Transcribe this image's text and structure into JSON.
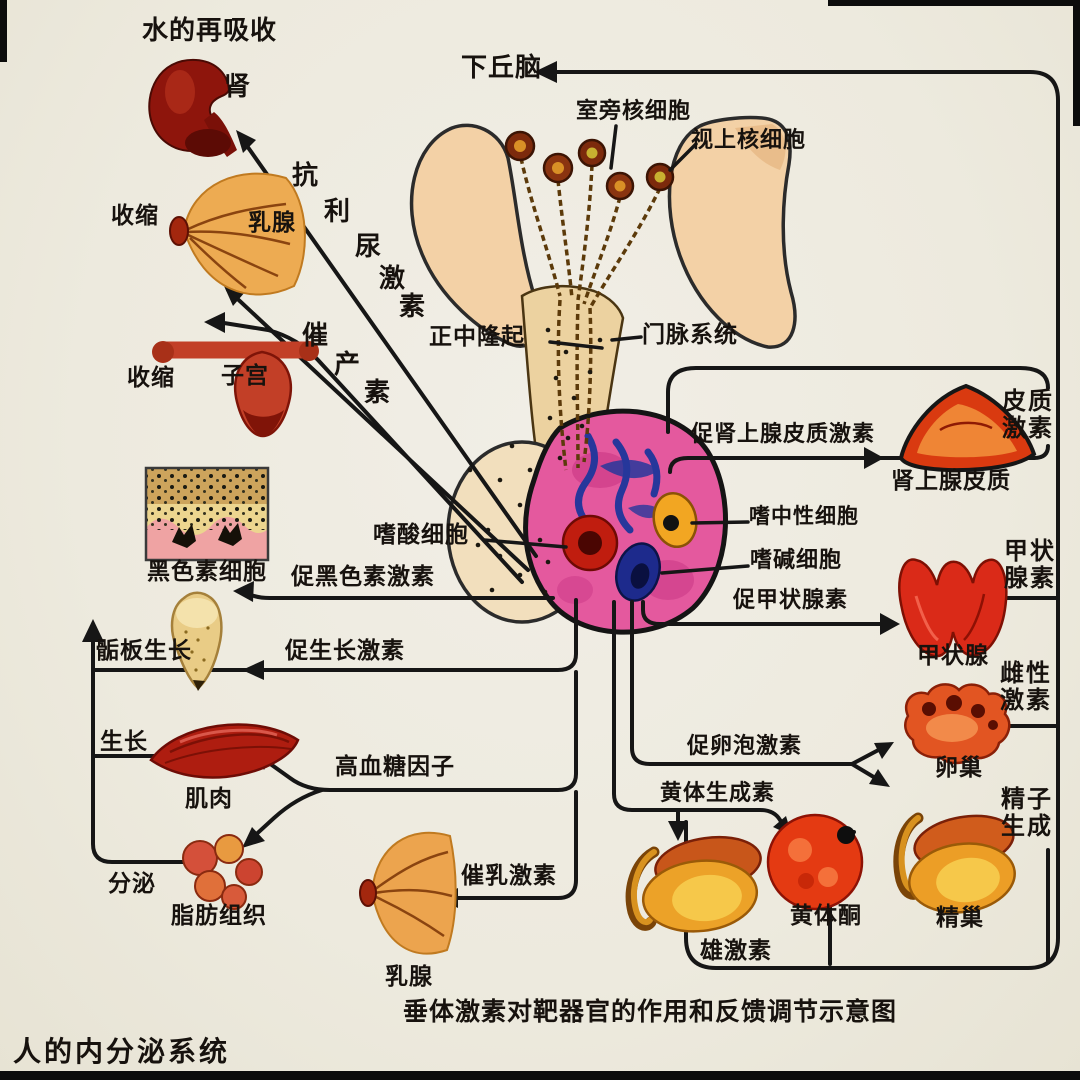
{
  "colors": {
    "background": "#edeade",
    "ink": "#161616",
    "anterior_pituitary_pink": "#e4599e",
    "posterior_pituitary_beige": "#f2dfbd",
    "brain_tissue": "#f3d1a6",
    "portal_vessel_blue": "#27379b",
    "organ_red": "#c23f27",
    "gland_orange": "#eca44e"
  },
  "captions": {
    "diagram_title": "垂体激素对靶器官的作用和反馈调节示意图",
    "page_title": "人的内分泌系统"
  },
  "hypothalamus": {
    "label": "下丘脑",
    "paraventricular_cells": "室旁核细胞",
    "supraoptic_cells": "视上核细胞"
  },
  "pituitary": {
    "median_eminence": "正中隆起",
    "portal_system": "门脉系统",
    "acidophil_cells": "嗜酸细胞",
    "neutrophil_cells": "嗜中性细胞",
    "basophil_cells": "嗜碱细胞"
  },
  "posterior": {
    "adh_chars": [
      "抗",
      "利",
      "尿",
      "激",
      "素"
    ],
    "oxytocin_chars": [
      "催",
      "产",
      "素"
    ],
    "kidney": {
      "name": "肾",
      "effect": "水的再吸收"
    },
    "mammary_upper": {
      "name": "乳腺",
      "effect": "收缩"
    },
    "uterus": {
      "name": "子宫",
      "effect": "收缩"
    }
  },
  "anterior": {
    "msh": {
      "hormone": "促黑色素激素",
      "target": "黑色素细胞"
    },
    "gh": {
      "hormone": "促生长激素",
      "epiphysis_effect": "骺板生长",
      "growth": "生长",
      "muscle": "肌肉",
      "glucose_factor": "高血糖因子",
      "secretion": "分泌",
      "adipose": "脂肪组织"
    },
    "prolactin": {
      "hormone": "催乳激素",
      "target": "乳腺"
    },
    "acth": {
      "hormone": "促肾上腺皮质激素",
      "target": "肾上腺皮质",
      "feedback_hormone": "皮质激素"
    },
    "tsh": {
      "hormone": "促甲状腺素",
      "target": "甲状腺",
      "feedback_hormone": "甲状腺素"
    },
    "fsh": {
      "hormone": "促卵泡激素",
      "ovary": "卵巢",
      "estrogen": "雌性激素",
      "sperm_production": "精子生成"
    },
    "lh": {
      "hormone": "黄体生成素",
      "progesterone": "黄体酮",
      "testis": "精巢",
      "androgen": "雄激素"
    }
  }
}
